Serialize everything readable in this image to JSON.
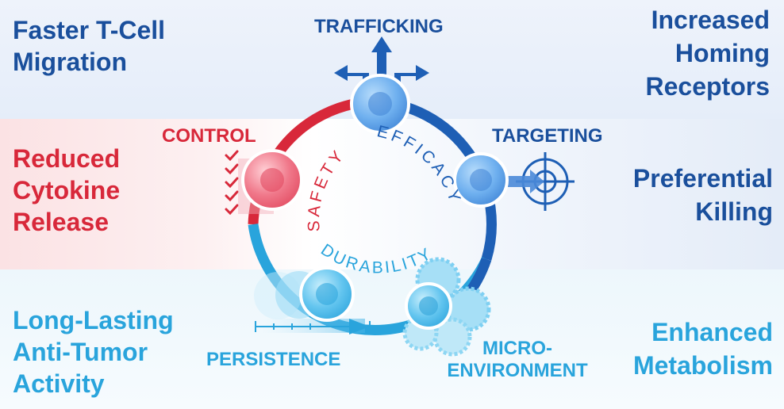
{
  "side_texts": {
    "top_left": "Faster T-Cell\nMigration",
    "middle_left": "Reduced\nCytokine\nRelease",
    "bottom_left": "Long-Lasting\nAnti-Tumor\nActivity",
    "top_right": "Increased\nHoming\nReceptors",
    "middle_right": "Preferential\nKilling",
    "bottom_right": "Enhanced\nMetabolism"
  },
  "cycle_labels": {
    "trafficking": "TRAFFICKING",
    "control": "CONTROL",
    "targeting": "TARGETING",
    "persistence": "PERSISTENCE",
    "microenvironment": "MICRO-\nENVIRONMENT"
  },
  "inner_words": {
    "safety": "SAFETY",
    "efficacy": "EFFICACY",
    "durability": "DURABILITY"
  },
  "colors": {
    "dark_blue": "#1a4f9c",
    "ring_blue": "#1e5fb5",
    "red": "#d8283a",
    "light_blue": "#29a4dc"
  },
  "icons": {
    "trafficking": "three-arrows-icon",
    "control": "checklist-icon",
    "targeting": "crosshair-icon",
    "persistence": "ruler-arrow-icon",
    "microenvironment": "cell-cluster-icon"
  }
}
